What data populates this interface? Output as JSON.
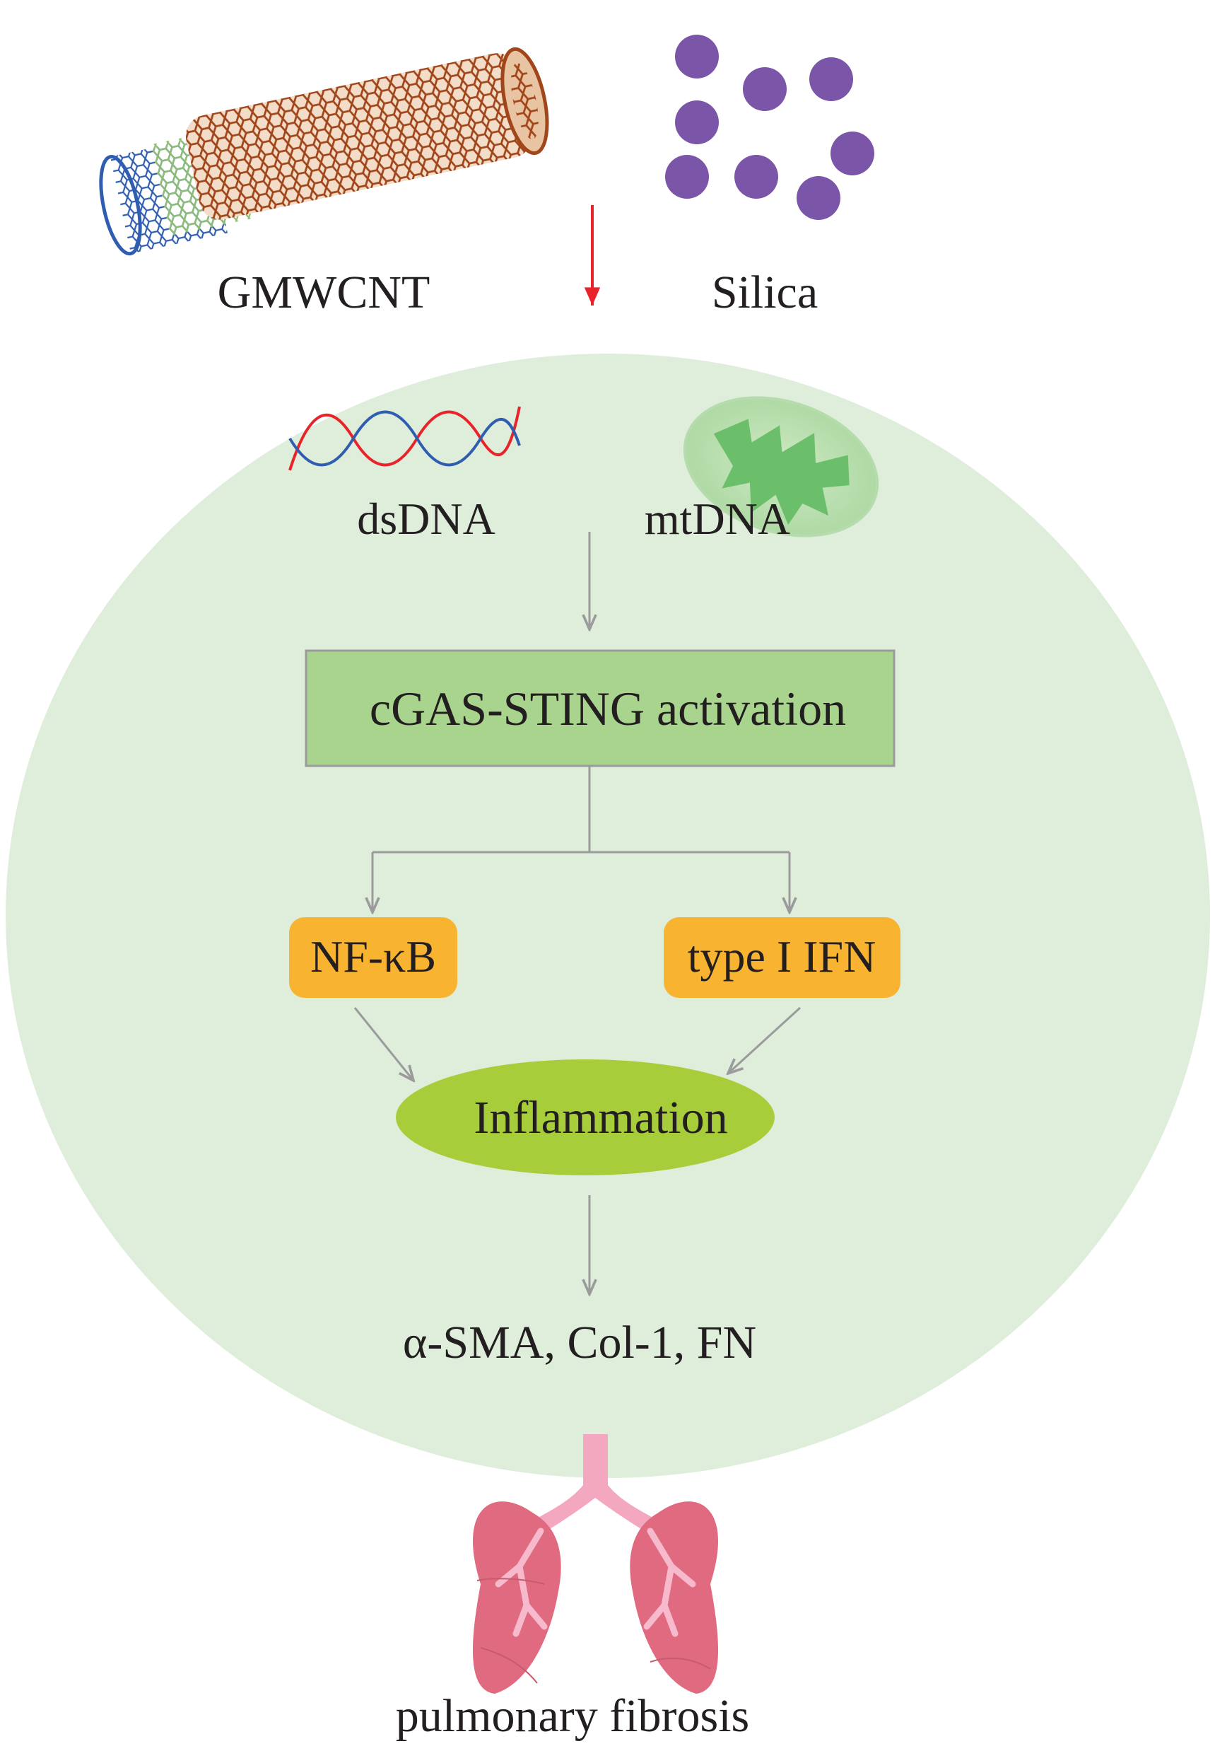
{
  "inputs": {
    "nanotube_label": "GMWCNT",
    "silica_label": "Silica"
  },
  "cell": {
    "dsdna_label": "dsDNA",
    "mtdna_label": "mtDNA",
    "activation_label": "cGAS-STING activation",
    "nfkb_label": "NF-κB",
    "ifn_label": "type I IFN",
    "inflammation_label": "Inflammation",
    "markers_label": "α-SMA, Col-1, FN"
  },
  "outcome": {
    "label": "pulmonary fibrosis"
  },
  "colors": {
    "cell_fill": "#deeedb",
    "activation_box": "#a9d48e",
    "pathway_box": "#f8b431",
    "inflammation_ellipse": "#a8cd3a",
    "silica_particle": "#7b56a8",
    "input_arrow": "#e8242a",
    "flow_arrow": "#9b9b9b",
    "lung": "#e06a80",
    "mitochondrion": "#72c274"
  },
  "icons": {
    "nanotube": "carbon-nanotube-icon",
    "particles": "silica-particles-icon",
    "helix": "dna-helix-icon",
    "mitochondrion": "mitochondrion-icon",
    "lungs": "lungs-icon"
  }
}
